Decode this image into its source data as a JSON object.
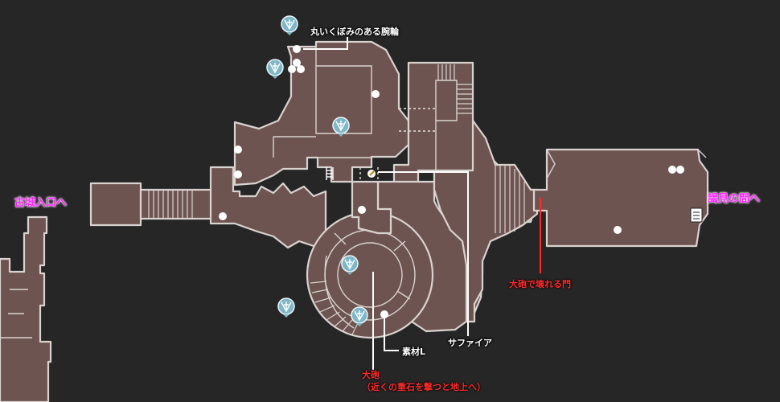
{
  "exits": {
    "old_castle": "古城入口へ",
    "audience_hall": "謁見の間へ"
  },
  "labels": {
    "ring": "丸いくぼみのある腕輪",
    "sapphire": "サファイア",
    "material": "素材L",
    "cannon_gate": "大砲で壊れる門",
    "cannon_line1": "大砲",
    "cannon_line2": "（近くの重石を撃つと地上へ）"
  },
  "colors": {
    "background": "#262626",
    "room_fill": "#6e5450",
    "wall": "#d9d3d0",
    "exit_label": "#ff22ff",
    "red_label": "#ff2b2b",
    "save_marker": "#7fb6c8"
  },
  "icons": {
    "item": "item-dot-icon",
    "save": "typewriter-save-icon",
    "ladder": "ladder-icon",
    "key": "key-icon",
    "file": "file-document-icon"
  }
}
